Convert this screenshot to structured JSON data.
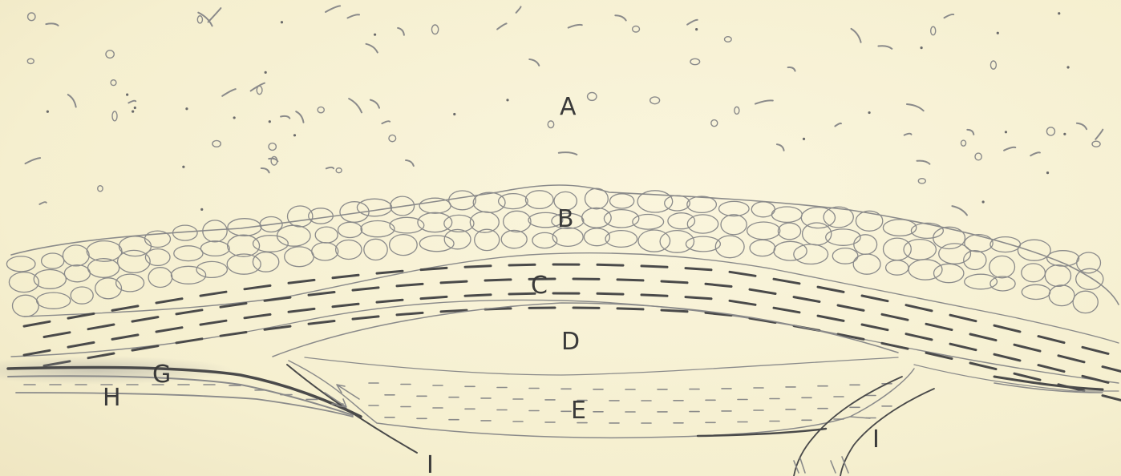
{
  "diagram": {
    "labels": {
      "A": "A",
      "B": "B",
      "C": "C",
      "D": "D",
      "E": "E",
      "G": "G",
      "H": "H",
      "I_left": "I",
      "I_right": "I"
    }
  }
}
